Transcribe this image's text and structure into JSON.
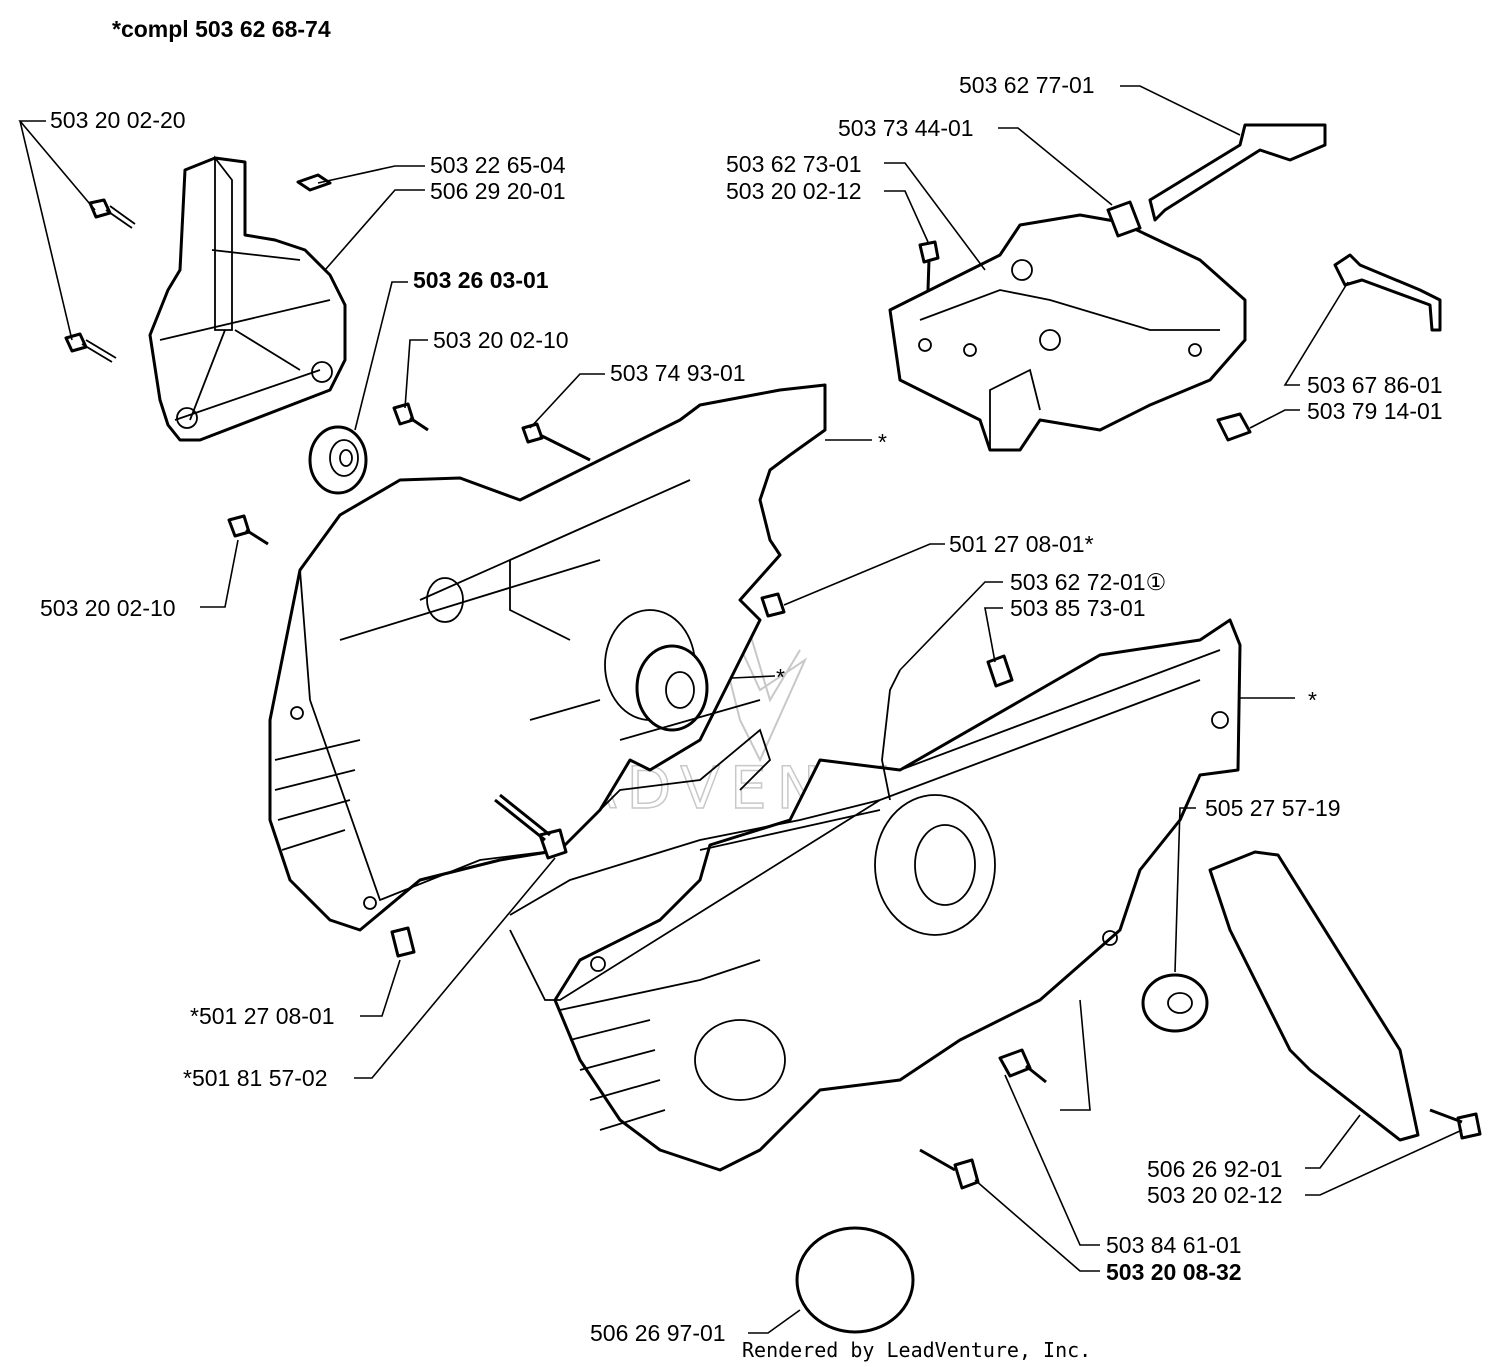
{
  "header": {
    "title": "*compl 503 62 68-74"
  },
  "labels": [
    {
      "id": "p-503-20-02-20",
      "text": "503 20 02-20",
      "bold": false
    },
    {
      "id": "p-503-22-65-04",
      "text": "503 22 65-04",
      "bold": false
    },
    {
      "id": "p-506-29-20-01",
      "text": "506 29 20-01",
      "bold": false
    },
    {
      "id": "p-503-26-03-01",
      "text": "503 26 03-01",
      "bold": true
    },
    {
      "id": "p-503-20-02-10-a",
      "text": "503 20 02-10",
      "bold": false
    },
    {
      "id": "p-503-74-93-01",
      "text": "503 74 93-01",
      "bold": false
    },
    {
      "id": "p-503-20-02-10-b",
      "text": "503 20 02-10",
      "bold": false
    },
    {
      "id": "p-503-62-77-01",
      "text": "503 62 77-01",
      "bold": false
    },
    {
      "id": "p-503-73-44-01",
      "text": "503 73 44-01",
      "bold": false
    },
    {
      "id": "p-503-62-73-01",
      "text": "503 62 73-01",
      "bold": false
    },
    {
      "id": "p-503-20-02-12-a",
      "text": "503 20 02-12",
      "bold": false
    },
    {
      "id": "p-503-67-86-01",
      "text": "503 67 86-01",
      "bold": false
    },
    {
      "id": "p-503-79-14-01",
      "text": "503 79 14-01",
      "bold": false
    },
    {
      "id": "p-501-27-08-01-a",
      "text": "501 27 08-01*",
      "bold": false
    },
    {
      "id": "p-503-62-72-01",
      "text": "503 62 72-01①",
      "bold": false
    },
    {
      "id": "p-503-85-73-01",
      "text": "503 85 73-01",
      "bold": false
    },
    {
      "id": "p-505-27-57-19",
      "text": "505 27 57-19",
      "bold": false
    },
    {
      "id": "p-501-27-08-01-b",
      "text": "*501 27 08-01",
      "bold": false
    },
    {
      "id": "p-501-81-57-02",
      "text": "*501 81 57-02",
      "bold": false
    },
    {
      "id": "p-506-26-92-01",
      "text": "506 26 92-01",
      "bold": false
    },
    {
      "id": "p-503-20-02-12-b",
      "text": "503 20 02-12",
      "bold": false
    },
    {
      "id": "p-503-84-61-01",
      "text": "503 84 61-01",
      "bold": false
    },
    {
      "id": "p-503-20-08-32",
      "text": "503 20 08-32",
      "bold": true
    },
    {
      "id": "p-506-26-97-01",
      "text": "506 26 97-01",
      "bold": false
    }
  ],
  "asterisks": [
    {
      "id": "star-upper-crankcase",
      "text": "*"
    },
    {
      "id": "star-bearing",
      "text": "*"
    },
    {
      "id": "star-right-crankcase",
      "text": "*"
    }
  ],
  "watermark": {
    "text": "LEADVENTURE"
  },
  "footer": {
    "text": "Rendered by LeadVenture, Inc."
  }
}
